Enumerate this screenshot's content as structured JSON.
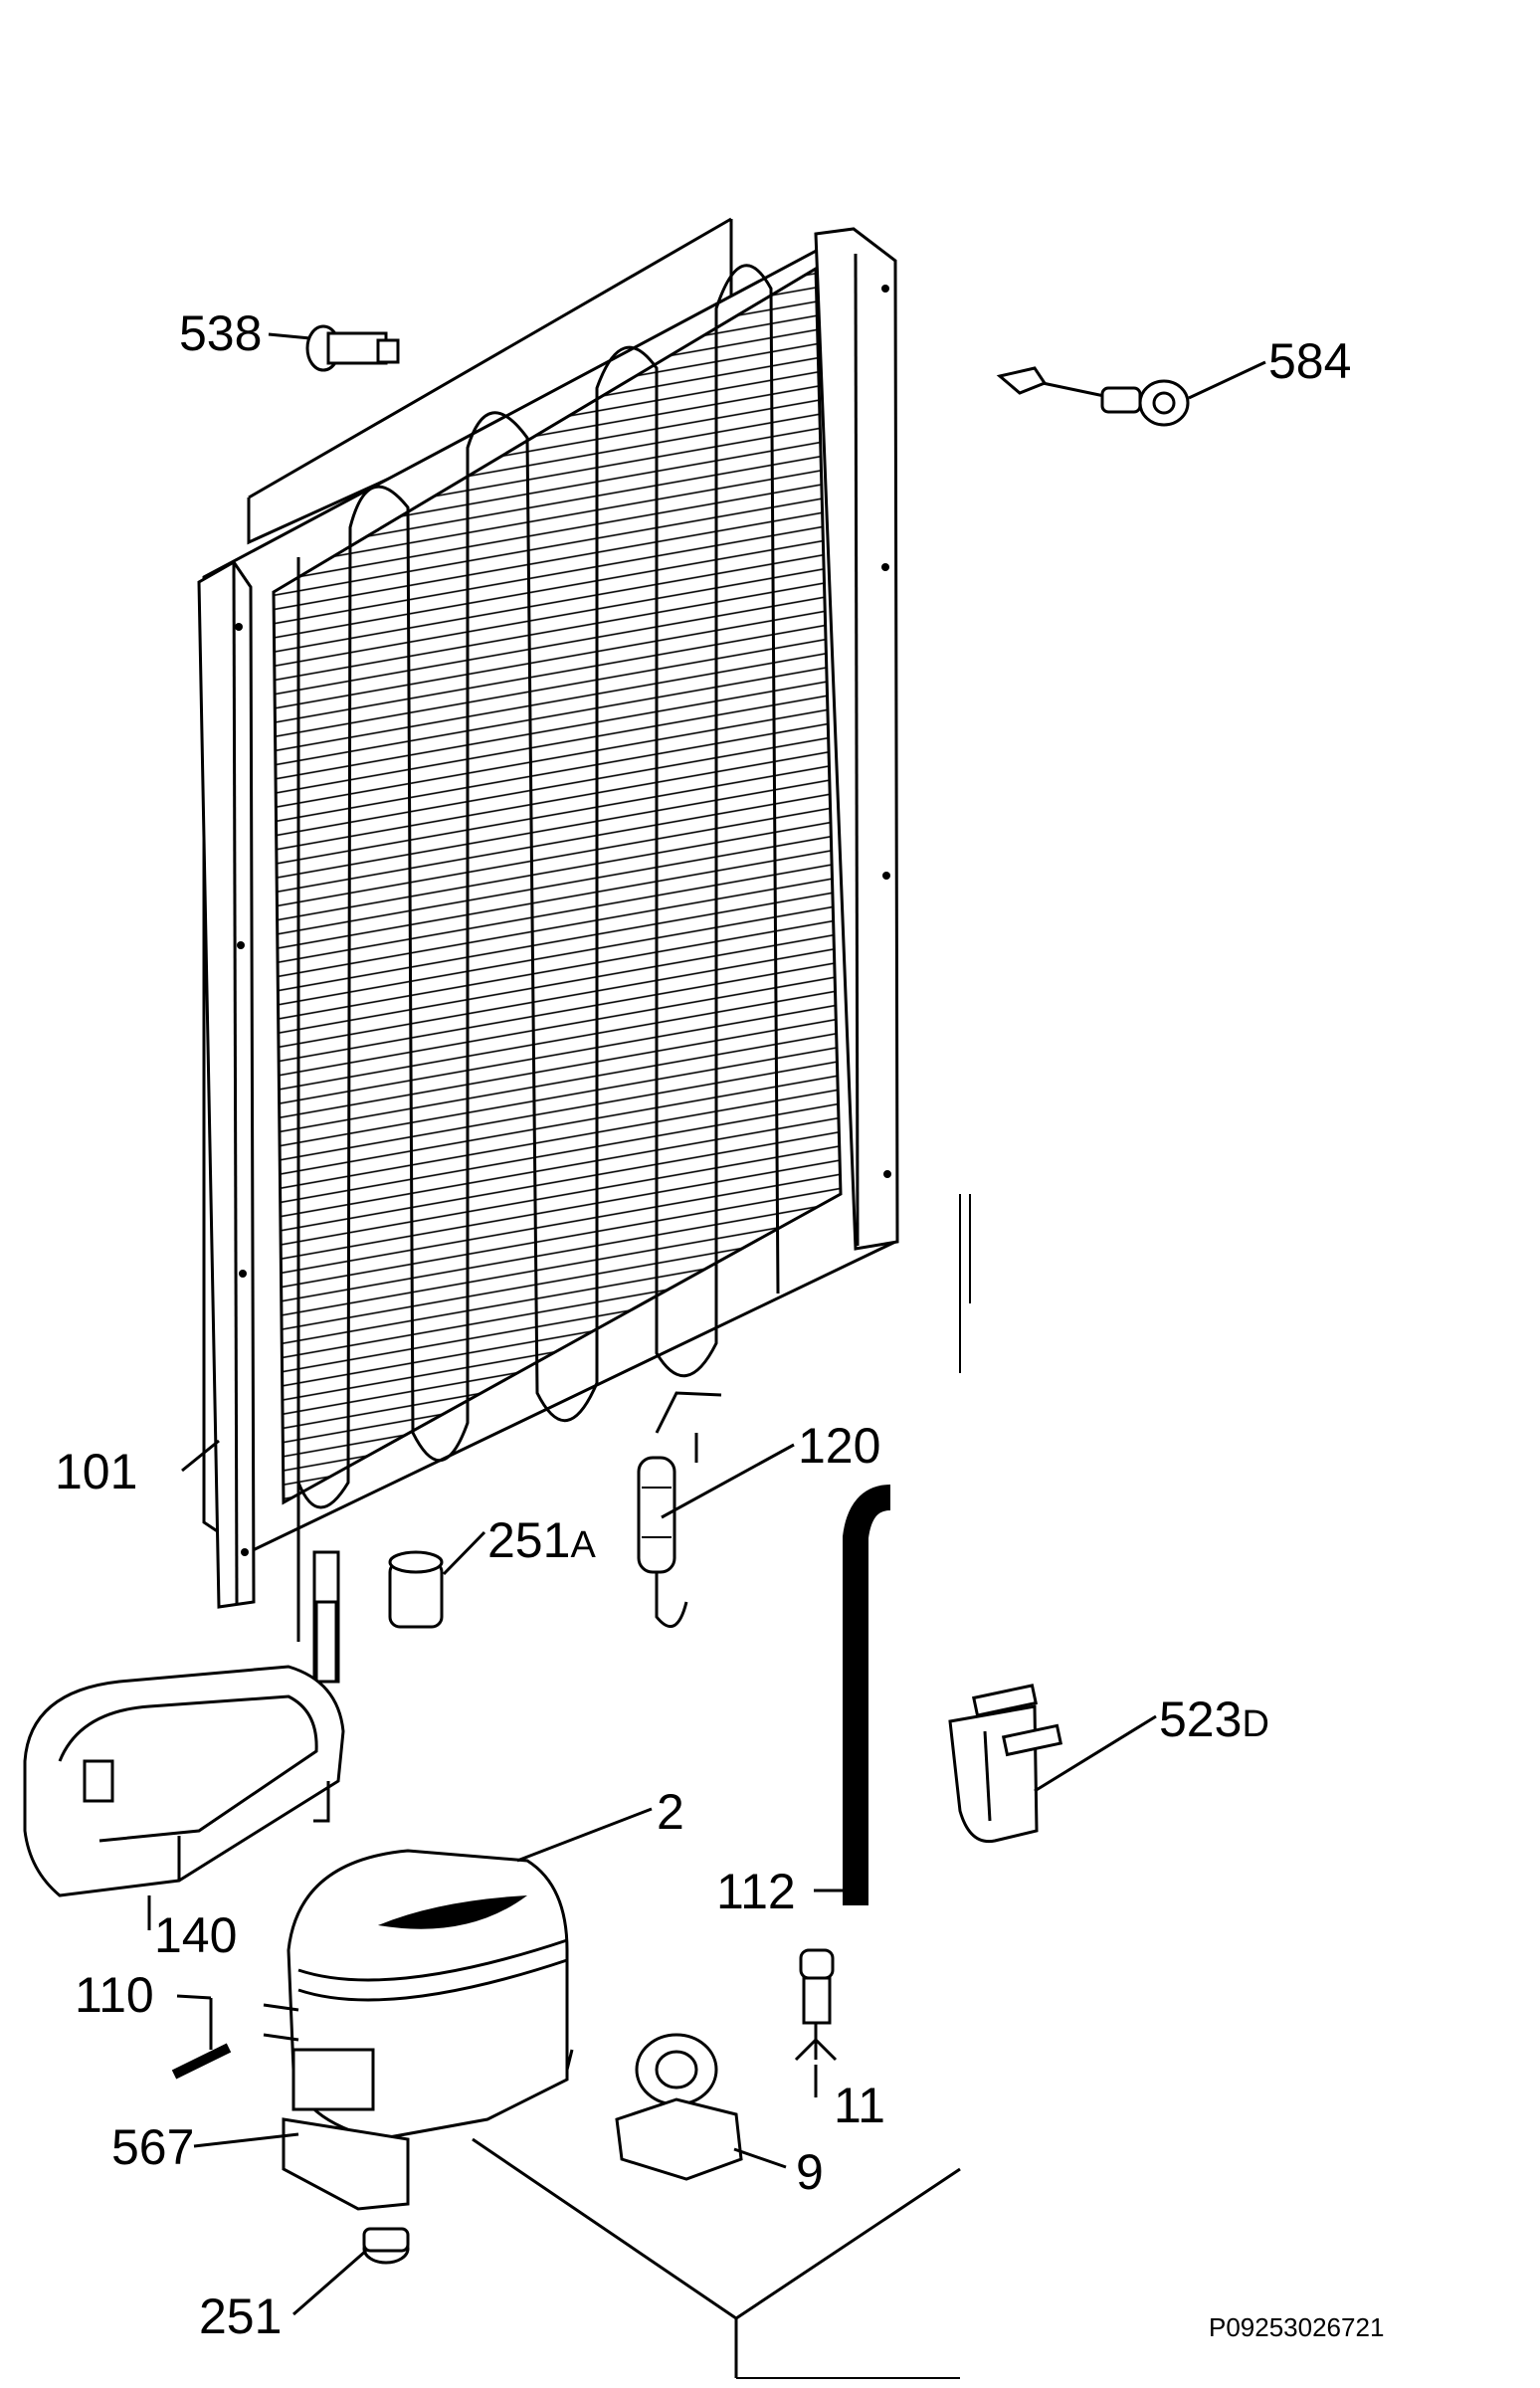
{
  "diagram": {
    "reference_code": "P09253026721",
    "callouts": [
      {
        "id": "538",
        "text": "538",
        "suffix": ""
      },
      {
        "id": "584",
        "text": "584",
        "suffix": ""
      },
      {
        "id": "101",
        "text": "101",
        "suffix": ""
      },
      {
        "id": "120",
        "text": "120",
        "suffix": ""
      },
      {
        "id": "251a",
        "text": "251",
        "suffix": "A"
      },
      {
        "id": "523d",
        "text": "523",
        "suffix": "D"
      },
      {
        "id": "2",
        "text": "2",
        "suffix": ""
      },
      {
        "id": "140",
        "text": "140",
        "suffix": ""
      },
      {
        "id": "112",
        "text": "112",
        "suffix": ""
      },
      {
        "id": "110",
        "text": "110",
        "suffix": ""
      },
      {
        "id": "11",
        "text": "11",
        "suffix": ""
      },
      {
        "id": "567",
        "text": "567",
        "suffix": ""
      },
      {
        "id": "9",
        "text": "9",
        "suffix": ""
      },
      {
        "id": "251",
        "text": "251",
        "suffix": ""
      }
    ]
  }
}
